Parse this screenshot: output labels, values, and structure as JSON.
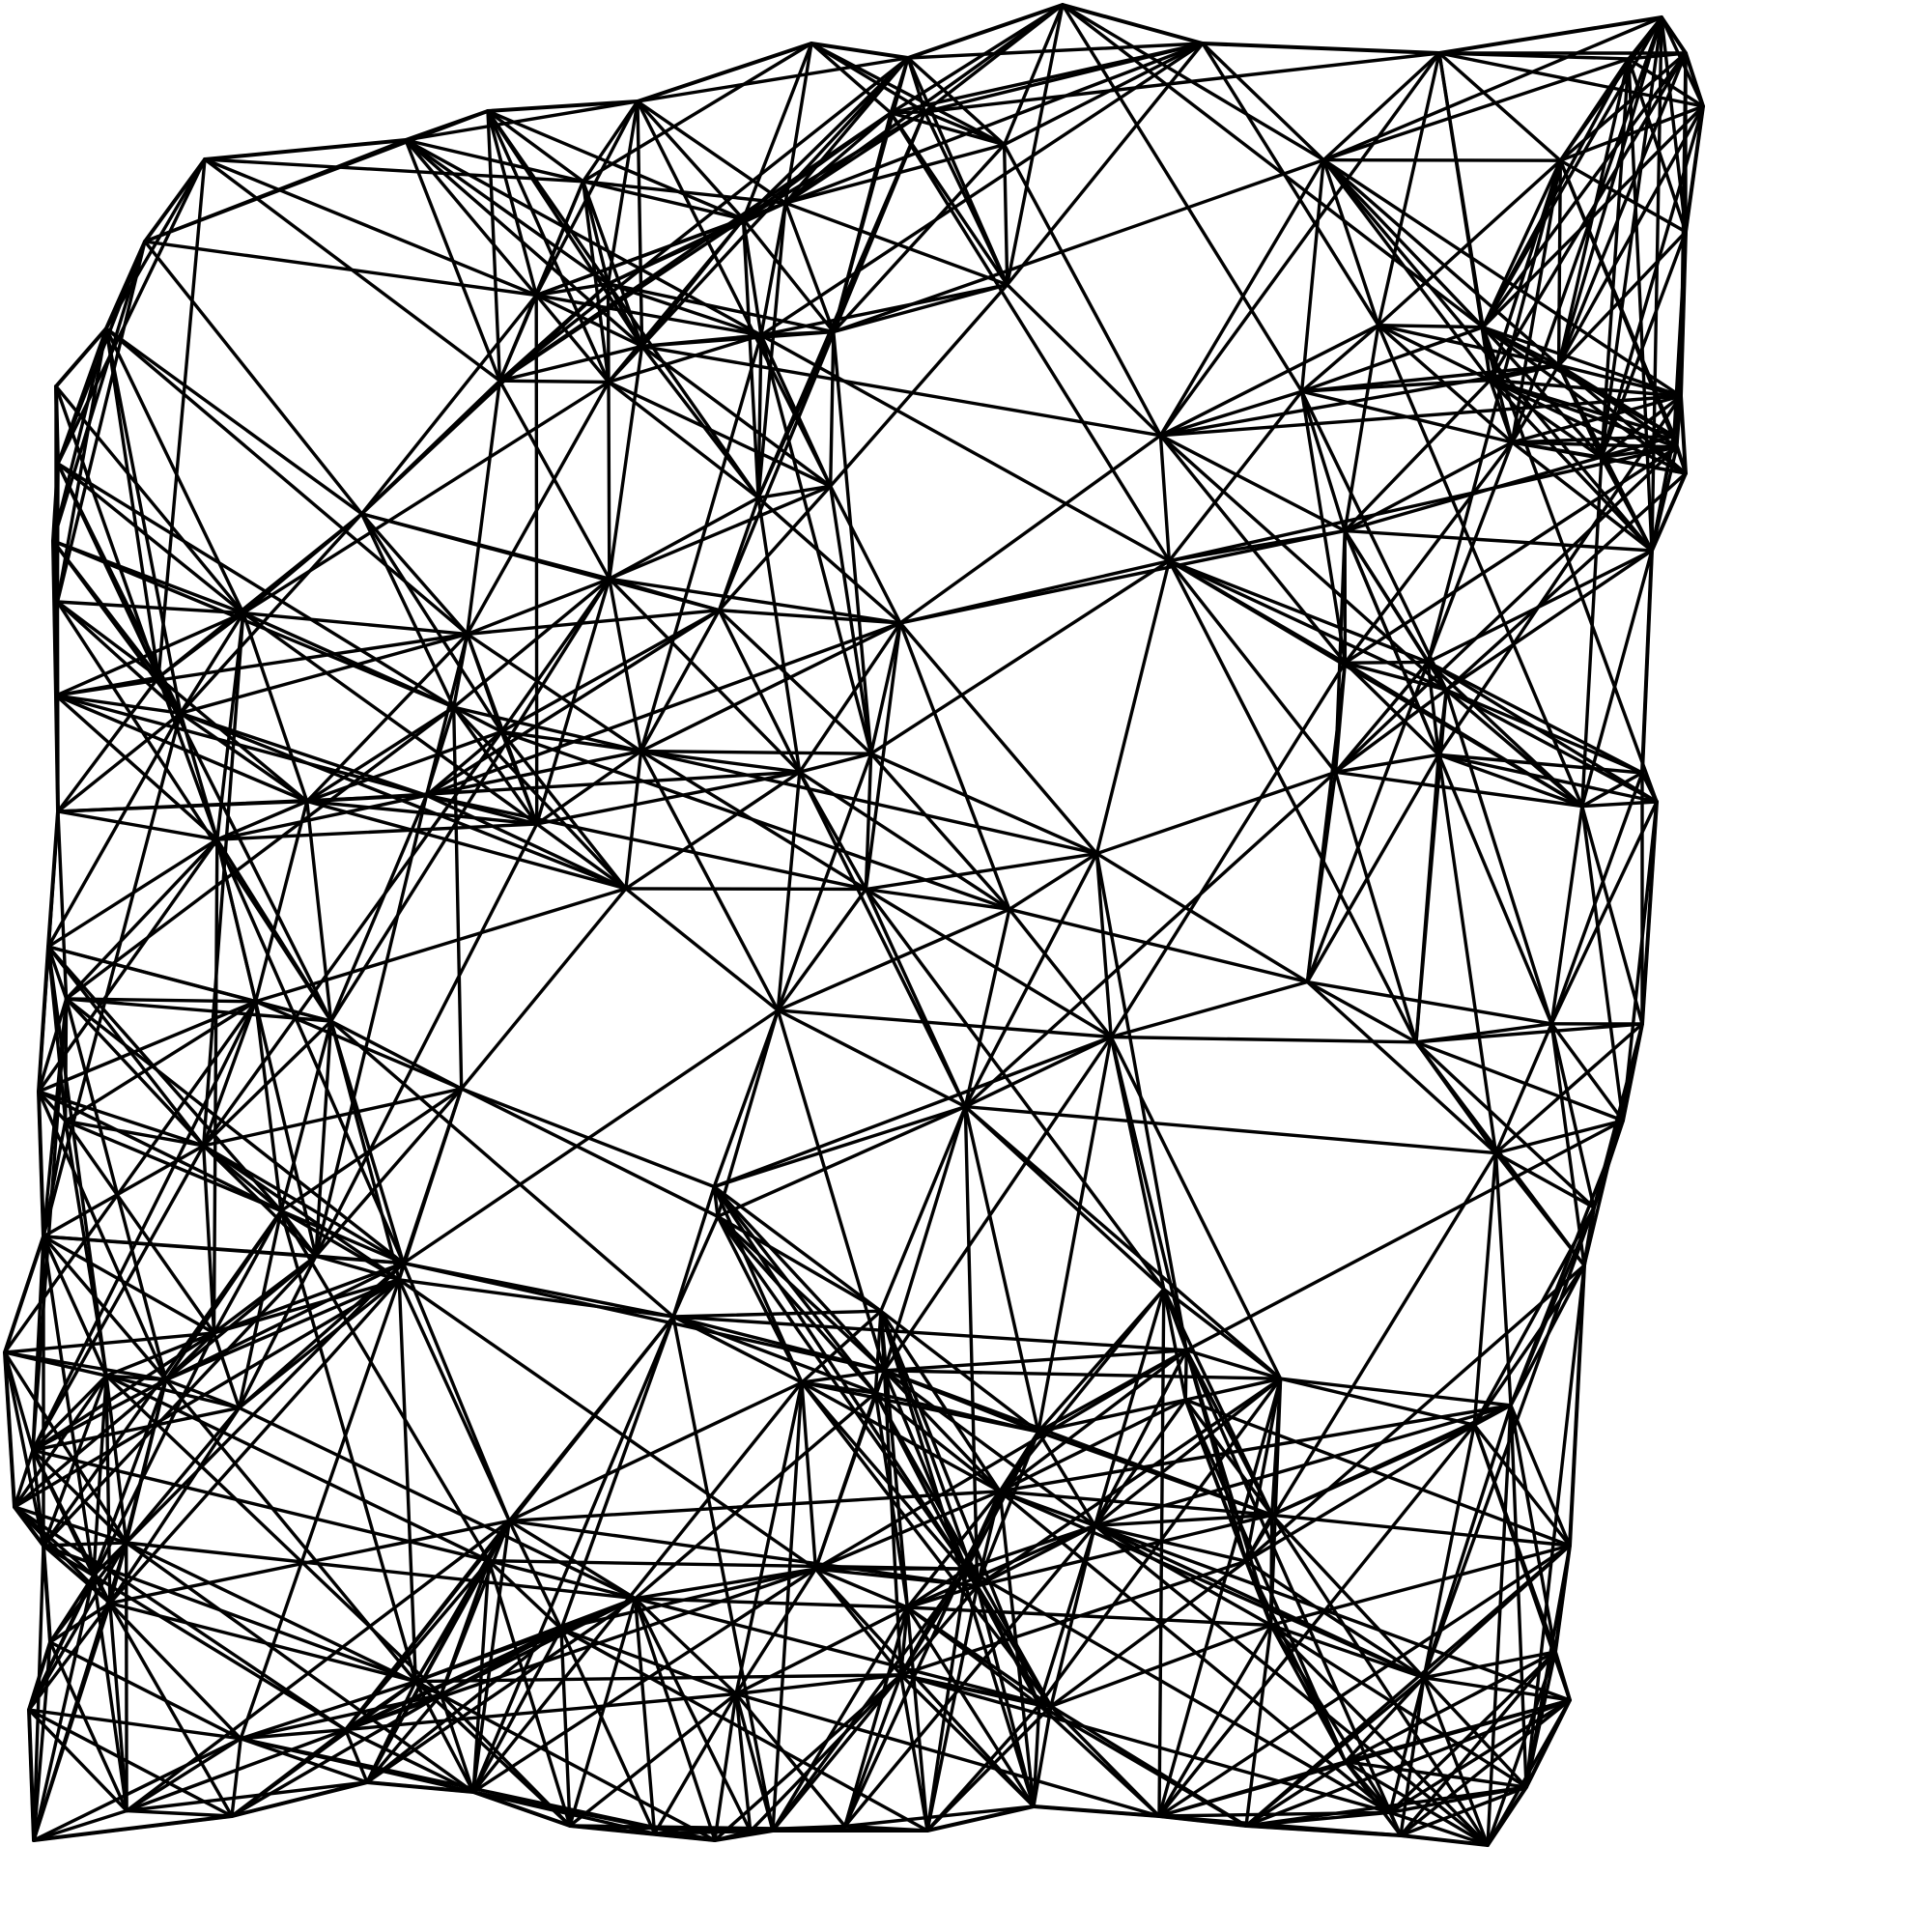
{
  "diagram": {
    "type": "network-graph",
    "background_color": "#ffffff",
    "edge_color": "#000000",
    "node_count": 180,
    "random_seed": 7,
    "neighbor_links": 9,
    "long_links": 260
  }
}
